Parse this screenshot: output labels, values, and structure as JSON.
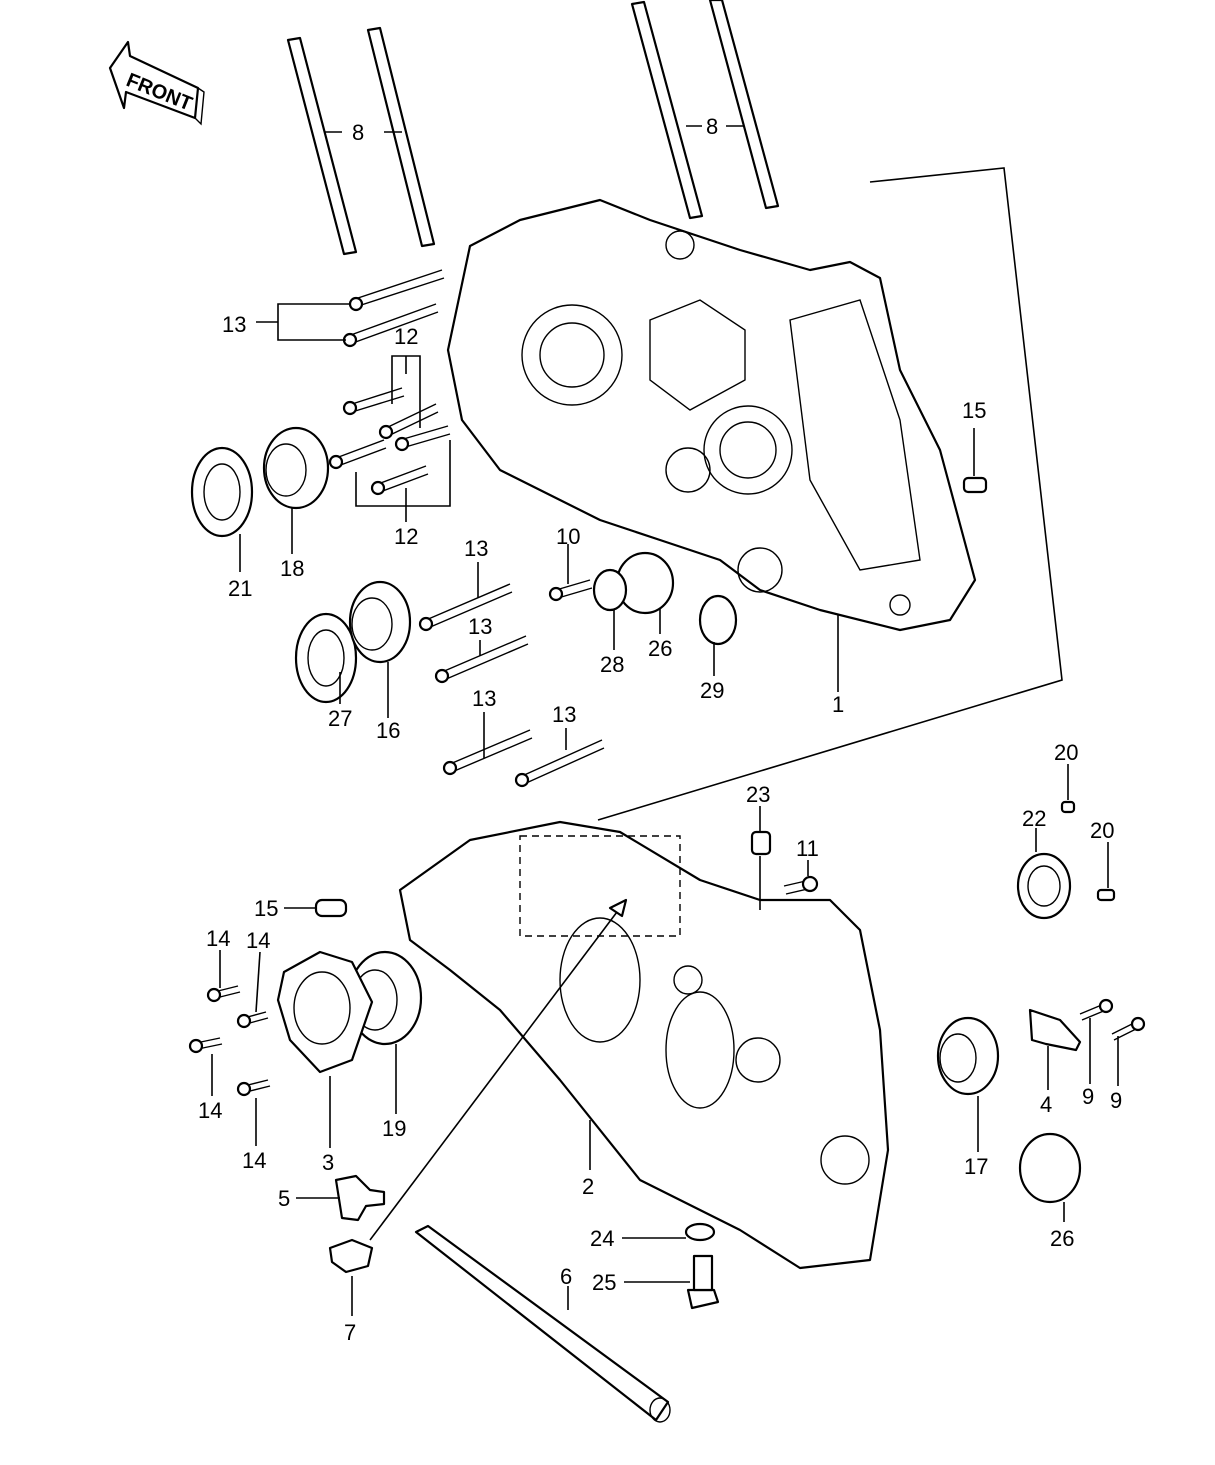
{
  "diagram": {
    "direction_label": "FRONT",
    "parts": [
      {
        "id": "1"
      },
      {
        "id": "2"
      },
      {
        "id": "3"
      },
      {
        "id": "4"
      },
      {
        "id": "5"
      },
      {
        "id": "6"
      },
      {
        "id": "7"
      },
      {
        "id": "8"
      },
      {
        "id": "9"
      },
      {
        "id": "10"
      },
      {
        "id": "11"
      },
      {
        "id": "12"
      },
      {
        "id": "13"
      },
      {
        "id": "14"
      },
      {
        "id": "15"
      },
      {
        "id": "16"
      },
      {
        "id": "17"
      },
      {
        "id": "18"
      },
      {
        "id": "19"
      },
      {
        "id": "20"
      },
      {
        "id": "21"
      },
      {
        "id": "22"
      },
      {
        "id": "23"
      },
      {
        "id": "24"
      },
      {
        "id": "25"
      },
      {
        "id": "26"
      },
      {
        "id": "27"
      },
      {
        "id": "28"
      },
      {
        "id": "29"
      }
    ]
  }
}
